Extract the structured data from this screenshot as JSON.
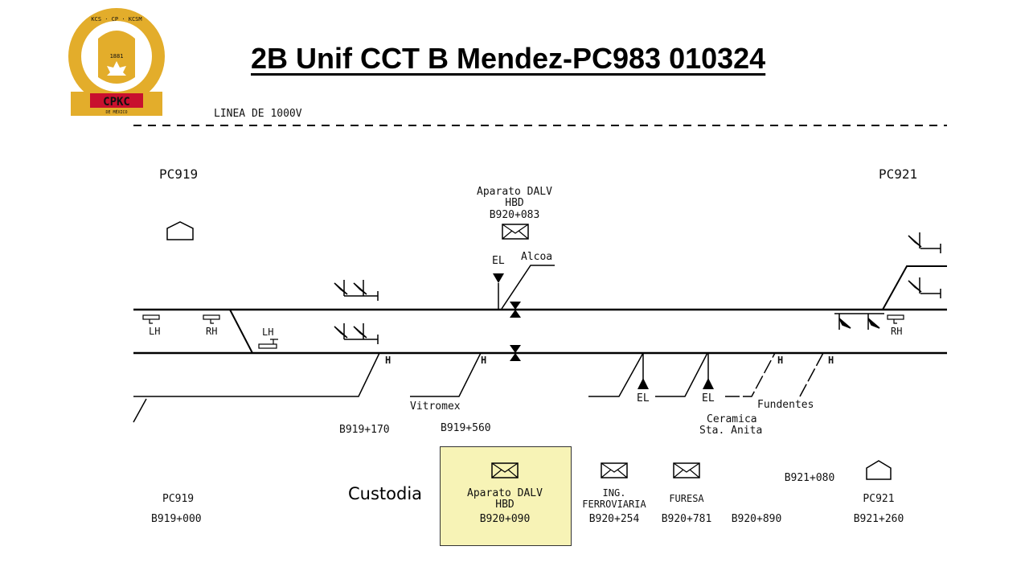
{
  "header": {
    "title": "2B Unif CCT B Mendez-PC983 010324",
    "logo_text": "CPKC",
    "logo_subtext": "DE MÉXICO",
    "logo_ring_text": "KCS · CP · KCSM",
    "logo_year": "1881"
  },
  "diagram": {
    "linea_label": "LINEA DE 1000V",
    "station_left_top": "PC919",
    "station_right_top": "PC921",
    "aparato_top": {
      "line1": "Aparato DALV",
      "line2": "HBD",
      "line3": "B920+083"
    },
    "el_top": "EL",
    "alcoa": "Alcoa",
    "lh_1": "LH",
    "rh_1": "RH",
    "lh_2": "LH",
    "rh_2": "RH",
    "h_marker": "H",
    "vitromex": "Vitromex",
    "b919_170": "B919+170",
    "b919_560": "B919+560",
    "el_a": "EL",
    "el_b": "EL",
    "fundentes": "Fundentes",
    "ceramica_1": "Ceramica",
    "ceramica_2": "Sta. Anita",
    "pc919_bottom": "PC919",
    "b919_000": "B919+000",
    "custodia": "Custodia",
    "aparato_bottom": {
      "line1": "Aparato DALV",
      "line2": "HBD",
      "line3": "B920+090"
    },
    "ing_1": "ING.",
    "ing_2": "FERROVIARIA",
    "b920_254": "B920+254",
    "furesa": "FURESA",
    "b920_781": "B920+781",
    "b920_890": "B920+890",
    "b921_080": "B921+080",
    "pc921_bottom": "PC921",
    "b921_260": "B921+260"
  },
  "colors": {
    "logo_gold": "#e3ad2b",
    "logo_red": "#c8102e",
    "highlight": "#f7f3b6",
    "track": "#000000"
  }
}
